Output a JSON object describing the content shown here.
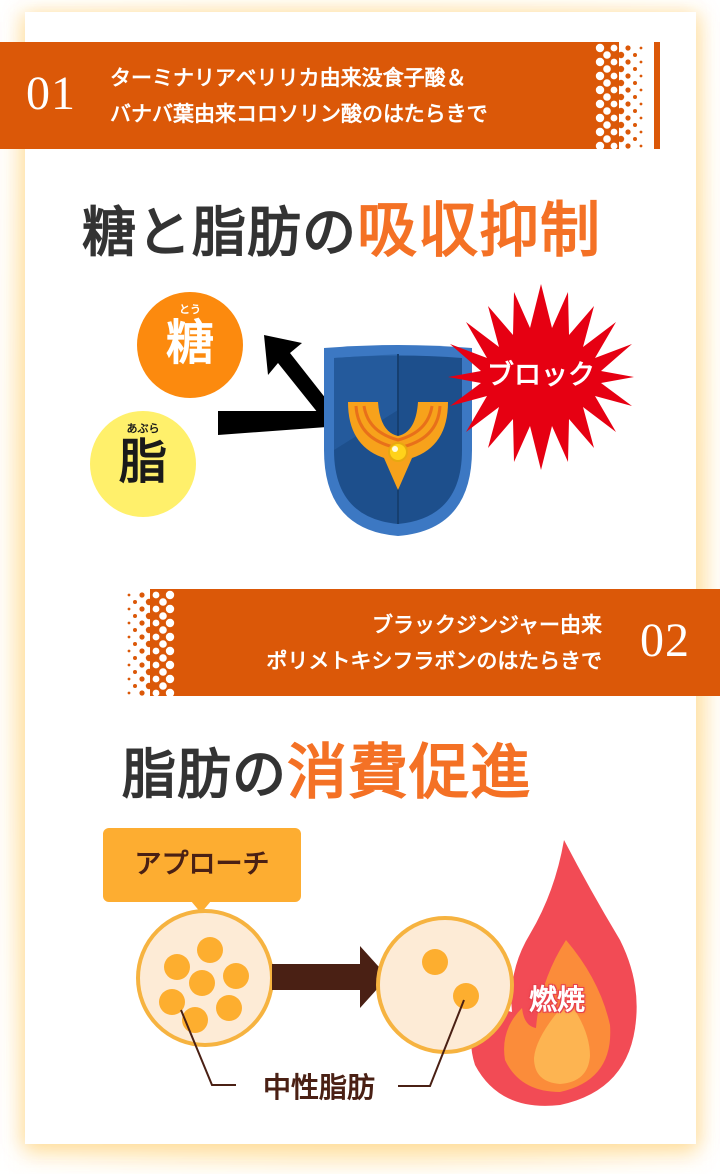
{
  "colors": {
    "banner": "#db5808",
    "accent_heading": "#f47125",
    "dark_heading": "#333333",
    "sugar_bubble": "#fc8a0e",
    "fat_bubble": "#fff06b",
    "block_burst": "#e60012",
    "shield_outer": "#3c78c3",
    "shield_inner": "#1d4f8c",
    "callout": "#fdad31",
    "cell_fill": "#fdebd6",
    "cell_border": "#f6b340",
    "fat_droplet": "#fdae2f",
    "brown": "#4a2014",
    "flame_outer": "#f24b55",
    "flame_mid": "#fb8c3a",
    "flame_inner": "#fdb451"
  },
  "section1": {
    "banner": {
      "number": "01",
      "line1": "ターミナリアベリリカ由来没食子酸＆",
      "line2": "バナバ葉由来コロソリン酸のはたらきで"
    },
    "heading": {
      "dark": "糖と脂肪の",
      "accent": "吸収抑制"
    },
    "diagram": {
      "sugar": {
        "ruby": "とう",
        "kanji": "糖"
      },
      "fat": {
        "ruby": "あぶら",
        "kanji": "脂"
      },
      "block_label": "ブロック",
      "shield_icon": "shield-icon",
      "arrow_icon": "deflect-arrow-icon"
    }
  },
  "section2": {
    "banner": {
      "number": "02",
      "line1": "ブラックジンジャー由来",
      "line2": "ポリメトキシフラボンのはたらきで"
    },
    "heading": {
      "dark": "脂肪の",
      "accent": "消費促進"
    },
    "diagram": {
      "callout_label": "アプローチ",
      "burn_label": "燃焼",
      "fat_label": "中性脂肪",
      "before_droplets": 7,
      "after_droplets": 2,
      "arrow_icon": "right-arrow-icon",
      "flame_icon": "flame-icon"
    }
  }
}
